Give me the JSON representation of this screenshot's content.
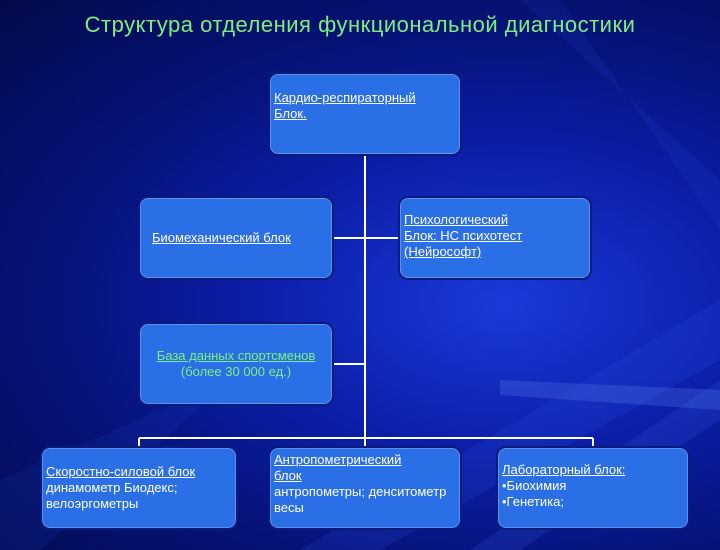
{
  "title": "Структура отделения функциональной диагностики",
  "nodes": {
    "cardio": {
      "line1": "Кардио-респираторный ",
      "line2": "Блок."
    },
    "biomech": {
      "line1": "Биомеханический  блок"
    },
    "psych": {
      "line1": "Психологический",
      "line2": "Блок: НС психотест ",
      "line3": "(Нейрософт)"
    },
    "database": {
      "line1": "База данных спортсменов",
      "line2": "(более 30 000 ед.)"
    },
    "speed": {
      "line1": "Скоростно-силовой блок",
      "line2": "динамометр Биодекс;",
      "line3": "велоэргометры"
    },
    "anthro": {
      "line1": "Антропометрический ",
      "line2": "блок",
      "line3": "антропометры; денситометр",
      "line4": "весы"
    },
    "lab": {
      "line1": "Лабораторный блок:",
      "line2": "•Биохимия",
      "line3": "•Генетика;"
    }
  },
  "colors": {
    "title": "#7cf07c",
    "box": "#2b6fe6",
    "connector": "#ffffff"
  }
}
